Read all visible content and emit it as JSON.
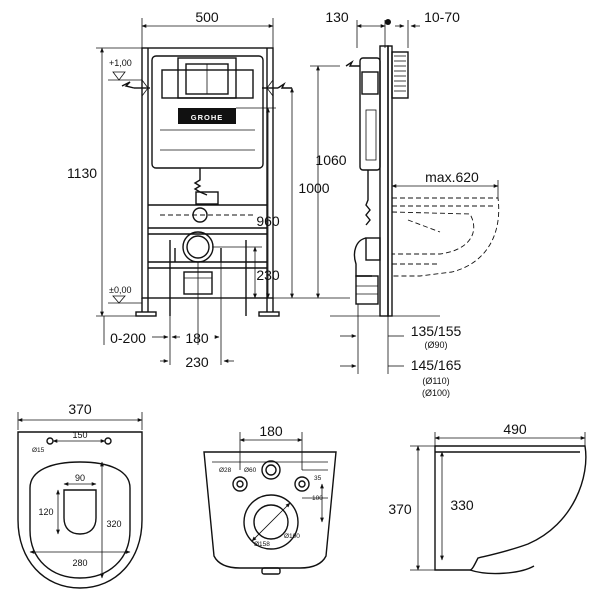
{
  "front_view": {
    "width": "500",
    "height_total": "1130",
    "height_1060": "1060",
    "height_1000": "1000",
    "height_960": "960",
    "height_230": "230",
    "level_top": "+1,00",
    "level_bottom": "±0,00",
    "offset_range": "0-200",
    "spacing_180": "180",
    "spacing_230": "230",
    "brand": "GROHE"
  },
  "side_view": {
    "depth_130": "130",
    "wall_range": "10-70",
    "max_projection": "max.620",
    "drain_1": "135/155",
    "drain_1_dia": "(Ø90)",
    "drain_2": "145/165",
    "drain_2_dia_a": "(Ø110)",
    "drain_2_dia_b": "(Ø100)"
  },
  "bowl_top": {
    "width": "370",
    "bolt_spacing": "150",
    "bolt_dia": "Ø15",
    "opening_width": "90",
    "opening_height": "120",
    "inner_height": "320",
    "inner_width": "280"
  },
  "bowl_back": {
    "spacing": "180",
    "dia_28": "Ø28",
    "dia_60": "Ø60",
    "dim_35": "35",
    "dim_100": "100",
    "dia_158": "Ø158",
    "dia_100": "Ø100"
  },
  "bowl_side": {
    "length": "490",
    "height_outer": "370",
    "height_inner": "330"
  }
}
